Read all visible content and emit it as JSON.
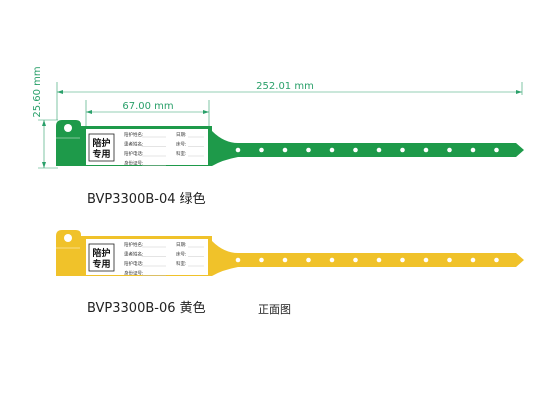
{
  "dimensions": {
    "total_length": "252.01 mm",
    "card_width": "67.00 mm",
    "height": "25.60 mm",
    "color": "#2aa06a"
  },
  "card": {
    "title_line1": "陪护",
    "title_line2": "专用",
    "fields_left": [
      "陪护姓名:",
      "患者姓名:",
      "陪护电话:",
      "身份证号:"
    ],
    "fields_right": [
      "日期:",
      "床号:",
      "科室:"
    ]
  },
  "bands": [
    {
      "id": "green",
      "color": "#1e9a4a",
      "caption": "BVP3300B-04 绿色"
    },
    {
      "id": "yellow",
      "color": "#f0c22a",
      "caption": "BVP3300B-06 黄色"
    }
  ],
  "view_label": "正面图"
}
